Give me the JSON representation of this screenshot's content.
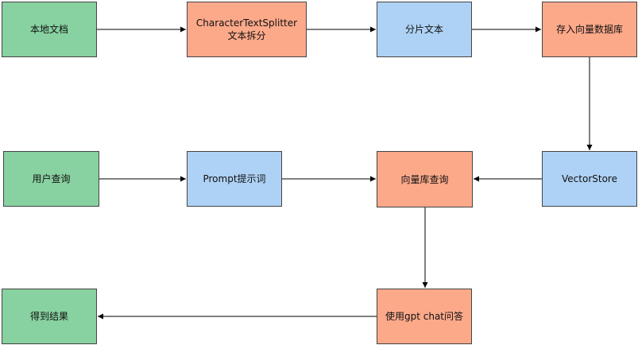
{
  "nodes": {
    "local_docs": {
      "label": "本地文档",
      "fill": "green"
    },
    "text_splitter": {
      "label": "CharacterTextSplitter\n文本拆分",
      "fill": "orange"
    },
    "chunked_text": {
      "label": "分片文本",
      "fill": "blue"
    },
    "store_vector_db": {
      "label": "存入向量数据库",
      "fill": "orange"
    },
    "user_query": {
      "label": "用户查询",
      "fill": "green"
    },
    "prompt": {
      "label": "Prompt提示词",
      "fill": "blue"
    },
    "vector_db_query": {
      "label": "向量库查询",
      "fill": "orange"
    },
    "vector_store": {
      "label": "VectorStore",
      "fill": "blue"
    },
    "gpt_chat_qa": {
      "label": "使用gpt chat问答",
      "fill": "orange"
    },
    "result": {
      "label": "得到结果",
      "fill": "green"
    }
  },
  "edges": [
    {
      "from": "local_docs",
      "to": "text_splitter"
    },
    {
      "from": "text_splitter",
      "to": "chunked_text"
    },
    {
      "from": "chunked_text",
      "to": "store_vector_db"
    },
    {
      "from": "store_vector_db",
      "to": "vector_store"
    },
    {
      "from": "vector_store",
      "to": "vector_db_query"
    },
    {
      "from": "user_query",
      "to": "prompt"
    },
    {
      "from": "prompt",
      "to": "vector_db_query"
    },
    {
      "from": "vector_db_query",
      "to": "gpt_chat_qa"
    },
    {
      "from": "gpt_chat_qa",
      "to": "result"
    }
  ],
  "colors": {
    "green": "#88d1a0",
    "orange": "#fca98a",
    "blue": "#aed2f5",
    "border": "#444444",
    "edge": "#000000"
  }
}
